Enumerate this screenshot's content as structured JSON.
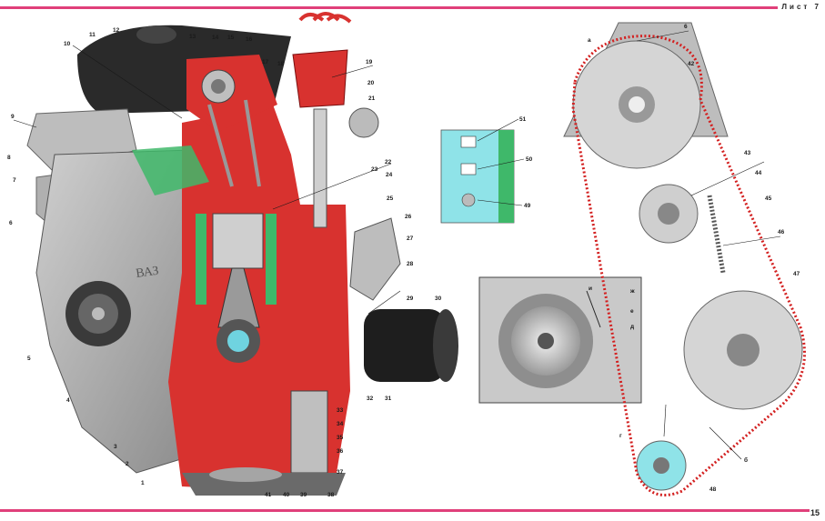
{
  "header": {
    "sheet": "Лист 7"
  },
  "footer": {
    "page_number": "15"
  },
  "engine_labels": [
    "1",
    "2",
    "3",
    "4",
    "5",
    "6",
    "7",
    "8",
    "9",
    "10",
    "11",
    "12",
    "13",
    "14",
    "15",
    "16",
    "17",
    "18",
    "19",
    "20",
    "21",
    "22",
    "23",
    "24",
    "25",
    "26",
    "27",
    "28",
    "29",
    "30",
    "31",
    "32",
    "33",
    "34",
    "35",
    "36",
    "37",
    "38",
    "39",
    "40",
    "41"
  ],
  "inset_pump_labels": [
    "49",
    "50",
    "51"
  ],
  "inset_pulley_labels": [
    "и",
    "ж",
    "е",
    "д"
  ],
  "timing_labels": [
    "6",
    "42",
    "43",
    "44",
    "45",
    "46",
    "47",
    "48",
    "а",
    "б",
    "в",
    "г"
  ],
  "colors": {
    "accent_rule": "#e0407a",
    "section_red": "#d8322f",
    "cutaway_green": "#3fb86a",
    "belt_dots": "#d32020",
    "inset_cyan": "#8fe3e8"
  }
}
